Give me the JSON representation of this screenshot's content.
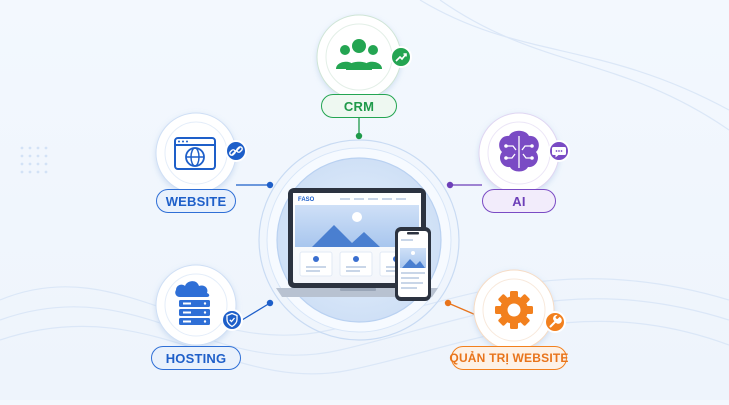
{
  "nodes": {
    "crm": {
      "label": "CRM",
      "color": "#1f9a4a"
    },
    "website": {
      "label": "WEBSITE",
      "color": "#1e5fc9"
    },
    "ai": {
      "label": "AI",
      "color": "#6d3fb8"
    },
    "hosting": {
      "label": "HOSTING",
      "color": "#1e5fc9"
    },
    "admin": {
      "label": "QUẢN TRỊ WEBSITE",
      "color": "#e8741b"
    }
  },
  "device": {
    "brand": "FASO"
  }
}
